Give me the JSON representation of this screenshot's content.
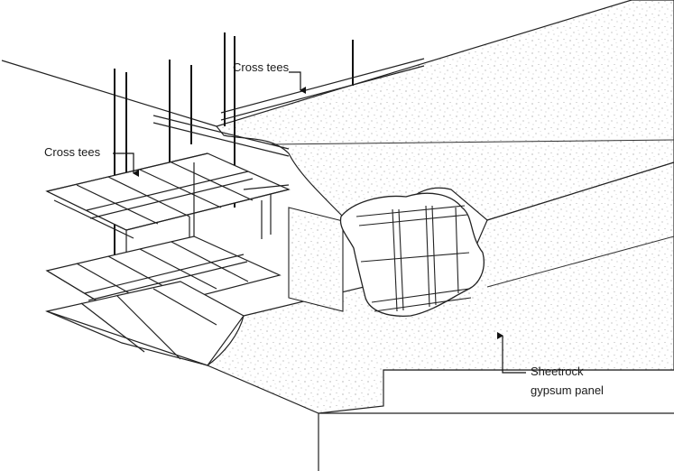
{
  "labels": {
    "cross_tees_upper": "Cross tees",
    "cross_tees_left": "Cross tees",
    "panel_line1": "Sheetrock",
    "panel_line2": "gypsum panel"
  }
}
